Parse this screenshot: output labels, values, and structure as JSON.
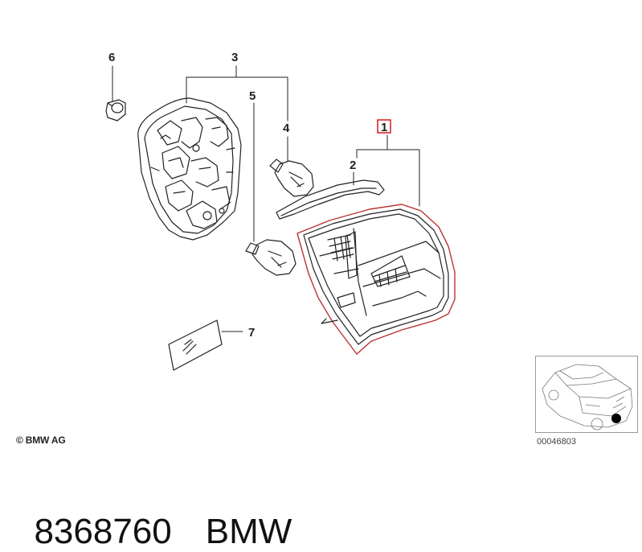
{
  "labels": {
    "l1": "1",
    "l2": "2",
    "l3": "3",
    "l4": "4",
    "l5": "5",
    "l6": "6",
    "l7": "7"
  },
  "highlight_color": "#d8262f",
  "copyright": "© BMW AG",
  "reference_number": "00046803",
  "part_number": "8368760",
  "brand": "BMW"
}
